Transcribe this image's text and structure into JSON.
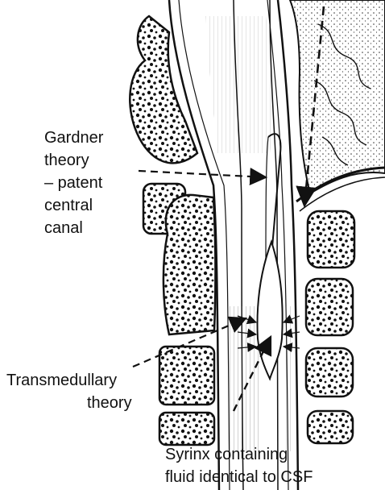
{
  "labels": {
    "gardner": [
      "Gardner",
      "theory",
      "– patent",
      "central",
      "canal"
    ],
    "transmedullary": [
      "Transmedullary",
      "theory"
    ],
    "syrinx": [
      "Syrinx containing",
      "fluid identical to CSF"
    ]
  },
  "colors": {
    "ink": "#111111",
    "background": "#ffffff"
  }
}
